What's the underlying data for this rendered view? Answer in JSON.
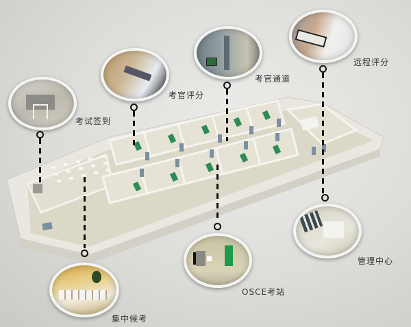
{
  "diagram": {
    "type": "exam-center-floor-plan",
    "callouts": [
      {
        "id": "sign-in",
        "label": "考试签到",
        "image": "reception-desk-chairs"
      },
      {
        "id": "examiner-scoring",
        "label": "考官评分",
        "image": "hand-on-tablet"
      },
      {
        "id": "examiner-corridor",
        "label": "考官通道",
        "image": "corridor-with-monitors"
      },
      {
        "id": "remote-scoring",
        "label": "远程评分",
        "image": "person-holding-device"
      },
      {
        "id": "management-center",
        "label": "管理中心",
        "image": "meeting-room-with-screens"
      },
      {
        "id": "osce-station",
        "label": "OSCE考站",
        "image": "exam-room-with-green-bed"
      },
      {
        "id": "waiting-area",
        "label": "集中候考",
        "image": "waiting-hall-seating"
      }
    ],
    "colors": {
      "background": "#dcdcd9",
      "wall": "#efeee8",
      "floor": "#d9d6c8",
      "bed": "#2e8b57",
      "door": "#7a8fa0",
      "connector": "#111111",
      "text": "#333333"
    }
  }
}
